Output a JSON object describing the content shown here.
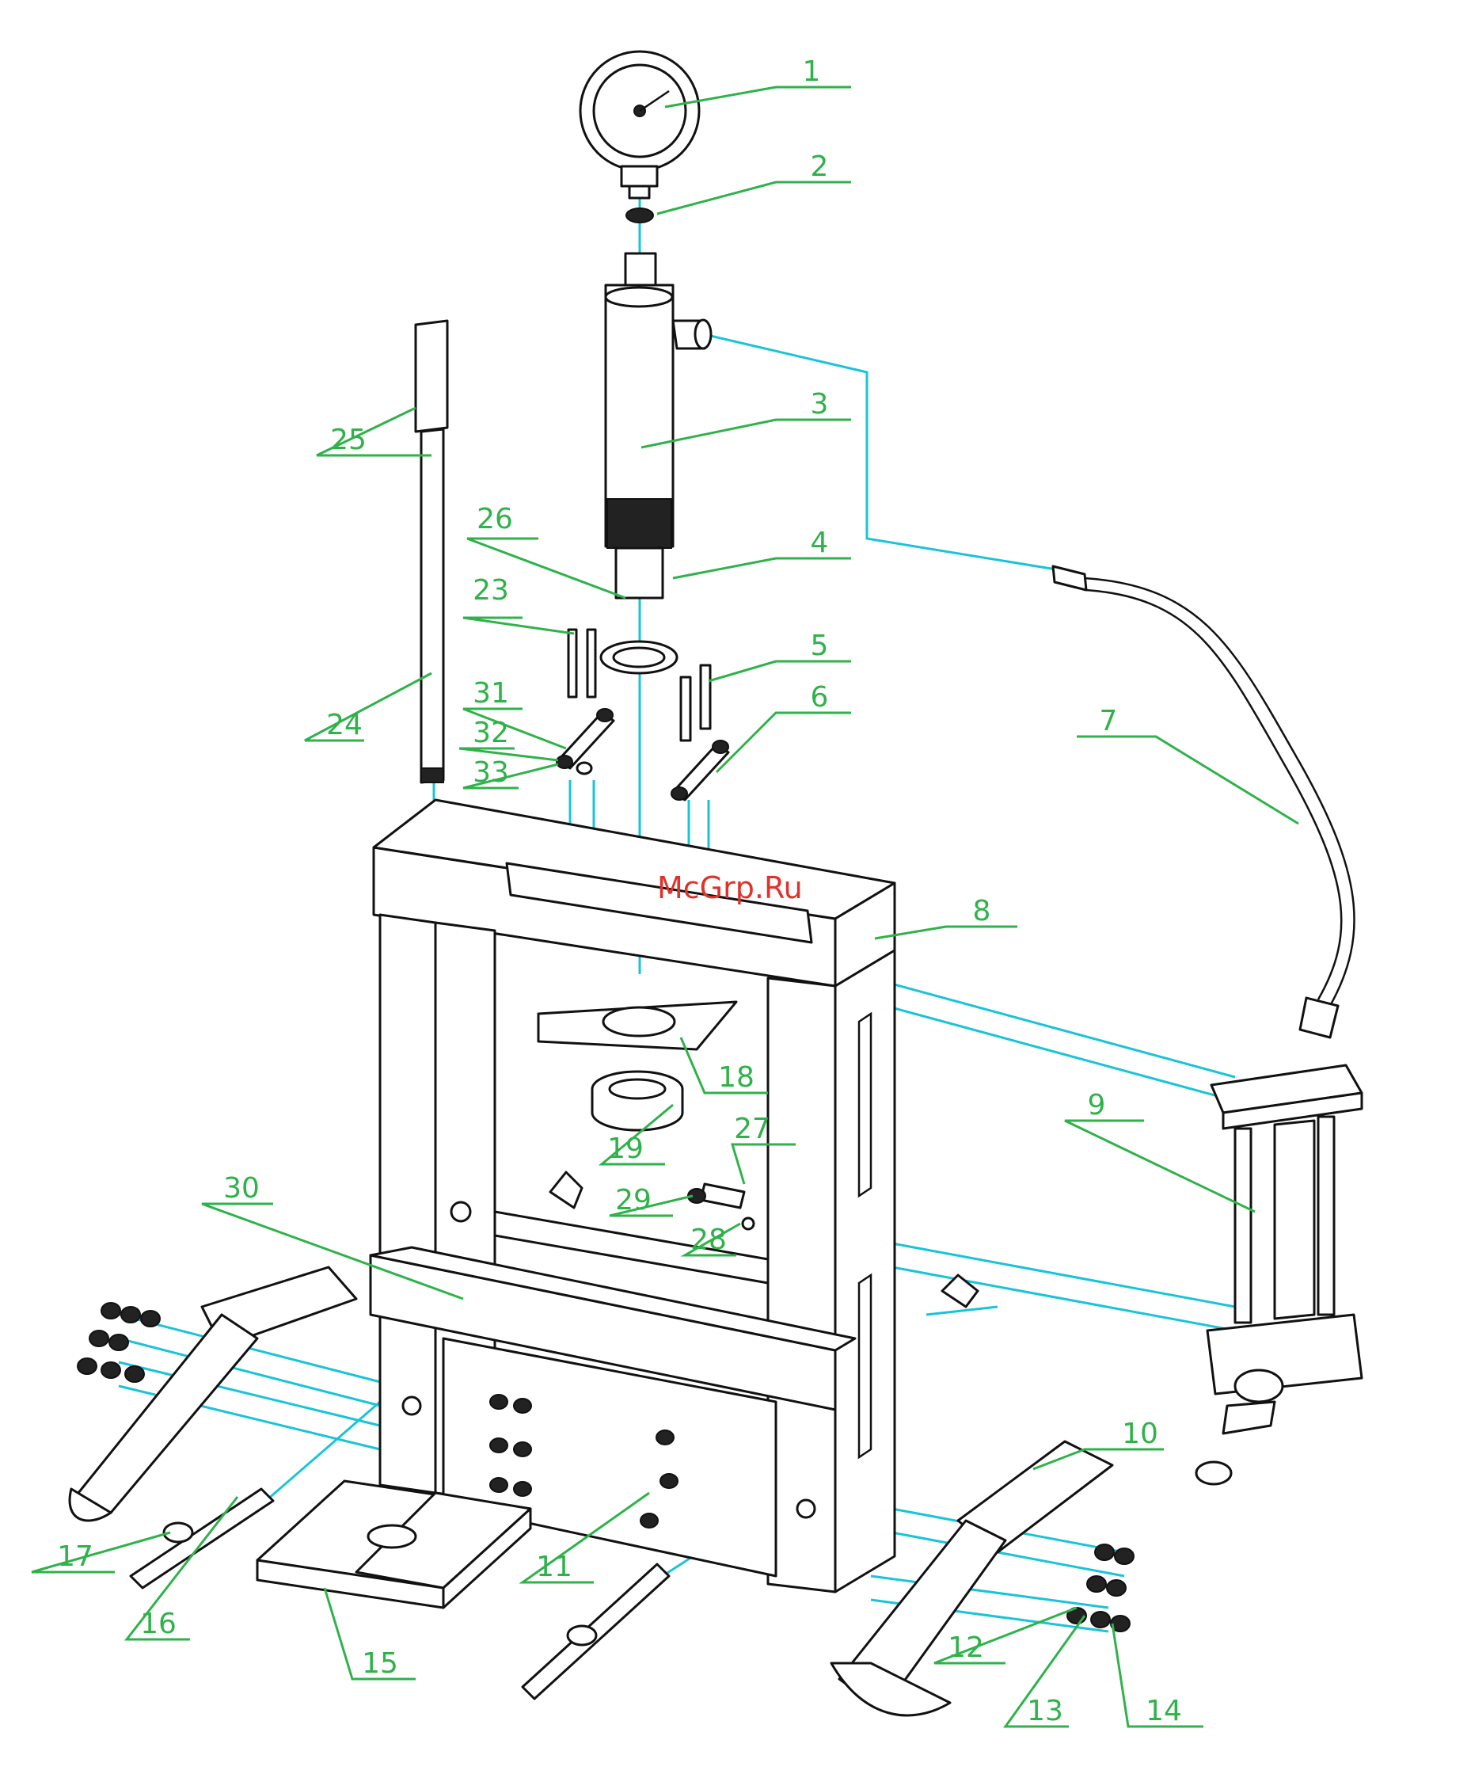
{
  "diagram": {
    "watermark": "McGrp.Ru",
    "callouts": [
      {
        "id": "c1",
        "text": "1"
      },
      {
        "id": "c2",
        "text": "2"
      },
      {
        "id": "c3",
        "text": "3"
      },
      {
        "id": "c4",
        "text": "4"
      },
      {
        "id": "c5",
        "text": "5"
      },
      {
        "id": "c6",
        "text": "6"
      },
      {
        "id": "c7",
        "text": "7"
      },
      {
        "id": "c8",
        "text": "8"
      },
      {
        "id": "c9",
        "text": "9"
      },
      {
        "id": "c10",
        "text": "10"
      },
      {
        "id": "c11",
        "text": "11"
      },
      {
        "id": "c12",
        "text": "12"
      },
      {
        "id": "c13",
        "text": "13"
      },
      {
        "id": "c14",
        "text": "14"
      },
      {
        "id": "c15",
        "text": "15"
      },
      {
        "id": "c16",
        "text": "16"
      },
      {
        "id": "c17",
        "text": "17"
      },
      {
        "id": "c18",
        "text": "18"
      },
      {
        "id": "c19",
        "text": "19"
      },
      {
        "id": "c23",
        "text": "23"
      },
      {
        "id": "c24",
        "text": "24"
      },
      {
        "id": "c25",
        "text": "25"
      },
      {
        "id": "c26",
        "text": "26"
      },
      {
        "id": "c27",
        "text": "27"
      },
      {
        "id": "c28",
        "text": "28"
      },
      {
        "id": "c29",
        "text": "29"
      },
      {
        "id": "c30",
        "text": "30"
      },
      {
        "id": "c31",
        "text": "31"
      },
      {
        "id": "c32",
        "text": "32"
      },
      {
        "id": "c33",
        "text": "33"
      }
    ],
    "colors": {
      "leader": "#2fb24a",
      "axis": "#19c4d8",
      "watermark": "#e0322b",
      "outline": "#111111"
    }
  }
}
